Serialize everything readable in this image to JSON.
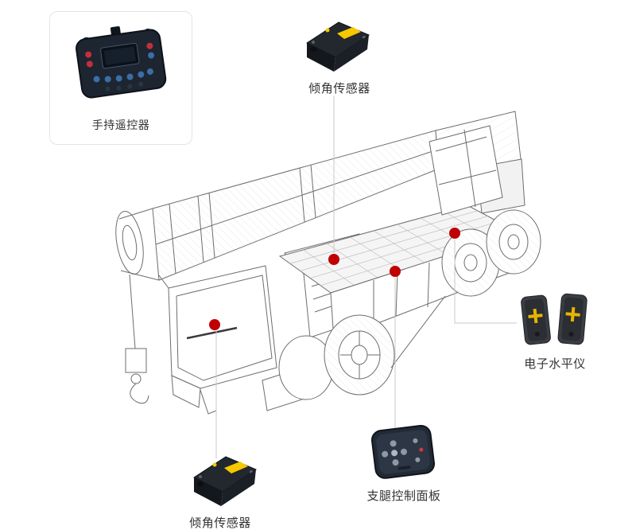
{
  "colors": {
    "marker": "#c00000",
    "leader_line": "#c9c9c9",
    "label_text": "#333333"
  },
  "components": [
    {
      "id": "handheld-remote",
      "label": "手持遥控器"
    },
    {
      "id": "tilt-sensor-top",
      "label": "倾角传感器"
    },
    {
      "id": "tilt-sensor-bottom",
      "label": "倾角传感器"
    },
    {
      "id": "electronic-level",
      "label": "电子水平仪"
    },
    {
      "id": "outrigger-control-panel",
      "label": "支腿控制面板"
    }
  ]
}
